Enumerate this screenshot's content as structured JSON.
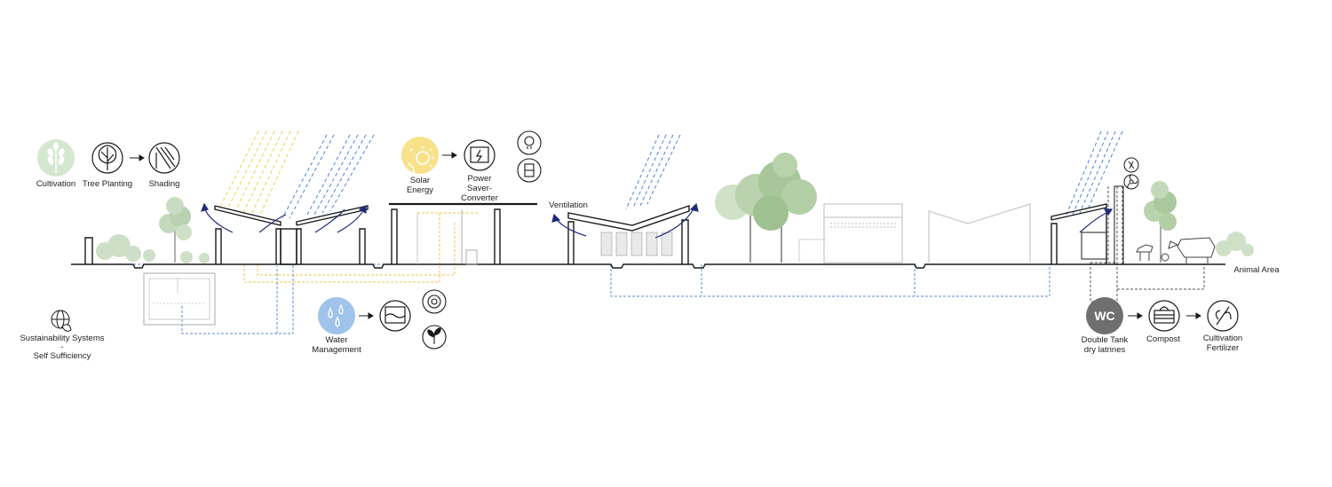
{
  "labels": {
    "cultivation": "Cultivation",
    "tree_planting": "Tree Planting",
    "shading": "Shading",
    "solar_energy_1": "Solar",
    "solar_energy_2": "Energy",
    "power_1": "Power",
    "power_2": "Saver-",
    "power_3": "Converter",
    "ventilation": "Ventilation",
    "animal_area": "Animal Area",
    "sustainability_1": "Sustainability Systems",
    "sustainability_2": "-",
    "sustainability_3": "Self Sufficiency",
    "water_1": "Water",
    "water_2": "Management",
    "wc_badge": "WC",
    "double_tank_1": "Double Tank",
    "double_tank_2": "dry latrines",
    "compost": "Compost",
    "fertilizer_1": "Cultivation",
    "fertilizer_2": "Fertilizer"
  },
  "colors": {
    "cultivation_fill": "#d3e8cf",
    "solar_fill": "#f7e28a",
    "water_fill": "#9fc3ea",
    "wc_fill": "#6f6f6f",
    "sun_ray_yellow": "#f2cf4d",
    "sun_ray_blue": "#4f83d0",
    "water_pipe": "#5a8fd6",
    "energy_line": "#eec54a",
    "air_flow": "#1f2a7a",
    "tree_green": "#a8c89a"
  },
  "icons": [
    "wheat-icon",
    "tree-icon",
    "shading-icon",
    "sun-icon",
    "power-converter-icon",
    "bulb-icon",
    "switch-icon",
    "water-drops-icon",
    "water-tank-icon",
    "water-meter-icon",
    "plant-icon",
    "globe-leaf-icon",
    "compost-icon",
    "fertilizer-icon",
    "plug-icon",
    "fan-icon"
  ]
}
